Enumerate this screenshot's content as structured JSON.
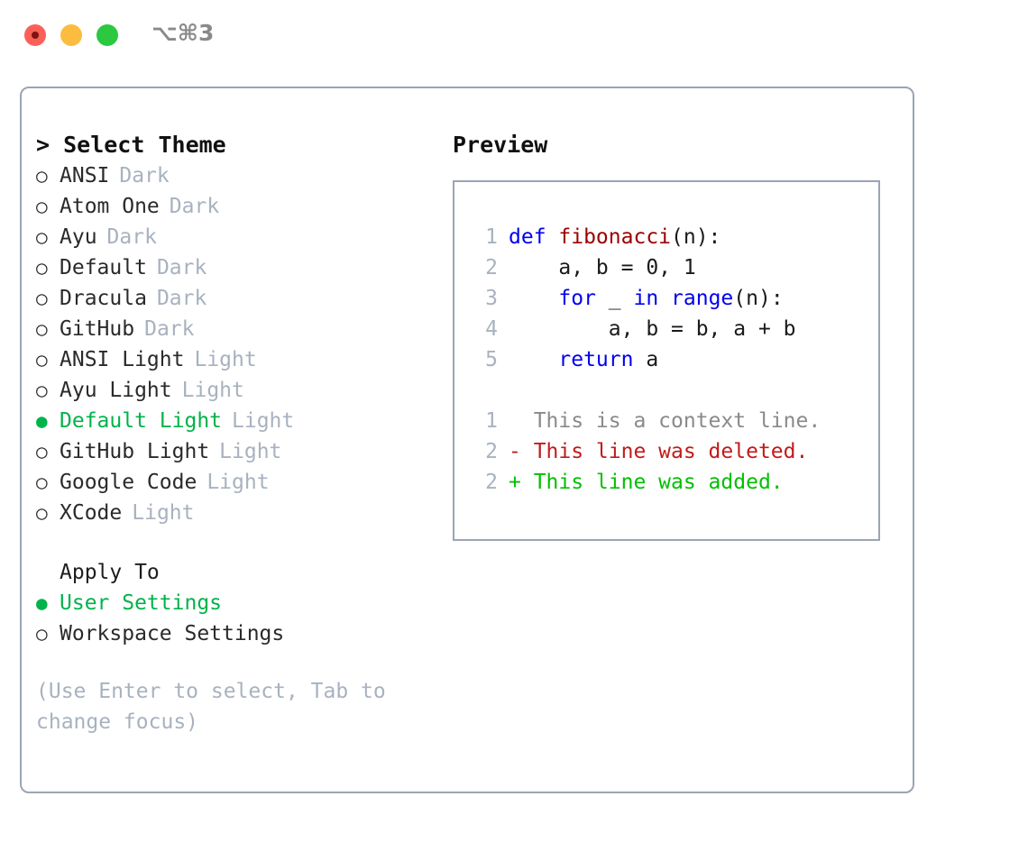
{
  "window": {
    "shortcut": "⌥⌘3",
    "traffic_lights": [
      {
        "name": "close",
        "color": "#fb6058"
      },
      {
        "name": "minimize",
        "color": "#fcbc40"
      },
      {
        "name": "maximize",
        "color": "#2bc840"
      }
    ]
  },
  "theme_picker": {
    "header": "> Select Theme",
    "bullet_selected": "●",
    "bullet_unselected": "○",
    "items": [
      {
        "name": "ANSI",
        "category": "Dark",
        "selected": false
      },
      {
        "name": "Atom One",
        "category": "Dark",
        "selected": false
      },
      {
        "name": "Ayu",
        "category": "Dark",
        "selected": false
      },
      {
        "name": "Default",
        "category": "Dark",
        "selected": false
      },
      {
        "name": "Dracula",
        "category": "Dark",
        "selected": false
      },
      {
        "name": "GitHub",
        "category": "Dark",
        "selected": false
      },
      {
        "name": "ANSI Light",
        "category": "Light",
        "selected": false
      },
      {
        "name": "Ayu Light",
        "category": "Light",
        "selected": false
      },
      {
        "name": "Default Light",
        "category": "Light",
        "selected": true
      },
      {
        "name": "GitHub Light",
        "category": "Light",
        "selected": false
      },
      {
        "name": "Google Code",
        "category": "Light",
        "selected": false
      },
      {
        "name": "XCode",
        "category": "Light",
        "selected": false
      }
    ]
  },
  "apply_to": {
    "title": "Apply To",
    "options": [
      {
        "label": "User Settings",
        "selected": true
      },
      {
        "label": "Workspace Settings",
        "selected": false
      }
    ]
  },
  "hint": "(Use Enter to select, Tab to change focus)",
  "preview": {
    "title": "Preview",
    "code_lines": [
      {
        "no": "1",
        "tokens": [
          {
            "t": "def ",
            "k": "kw"
          },
          {
            "t": "fibonacci",
            "k": "fn"
          },
          {
            "t": "(n):",
            "k": "plain"
          }
        ]
      },
      {
        "no": "2",
        "tokens": [
          {
            "t": "    a, b = 0, 1",
            "k": "plain"
          }
        ]
      },
      {
        "no": "3",
        "tokens": [
          {
            "t": "    ",
            "k": "plain"
          },
          {
            "t": "for",
            "k": "kw"
          },
          {
            "t": " _ ",
            "k": "plain"
          },
          {
            "t": "in",
            "k": "kw"
          },
          {
            "t": " ",
            "k": "plain"
          },
          {
            "t": "range",
            "k": "kw"
          },
          {
            "t": "(n):",
            "k": "plain"
          }
        ]
      },
      {
        "no": "4",
        "tokens": [
          {
            "t": "        a, b = b, a + b",
            "k": "plain"
          }
        ]
      },
      {
        "no": "5",
        "tokens": [
          {
            "t": "    ",
            "k": "plain"
          },
          {
            "t": "return",
            "k": "kw"
          },
          {
            "t": " a",
            "k": "plain"
          }
        ]
      }
    ],
    "diff_lines": [
      {
        "no": "1",
        "marker": "  ",
        "text": "This is a context line.",
        "kind": "ctx"
      },
      {
        "no": "2",
        "marker": "- ",
        "text": "This line was deleted.",
        "kind": "del"
      },
      {
        "no": "2",
        "marker": "+ ",
        "text": "This line was added.",
        "kind": "add"
      }
    ]
  },
  "colors": {
    "accent_green": "#00b34a",
    "muted": "#a8b2bf",
    "border": "#9aa5b5",
    "keyword_blue": "#0000ee",
    "function_red": "#9b0000",
    "diff_delete": "#c11b1b",
    "diff_add": "#00c000",
    "diff_context": "#8a8a8a"
  }
}
